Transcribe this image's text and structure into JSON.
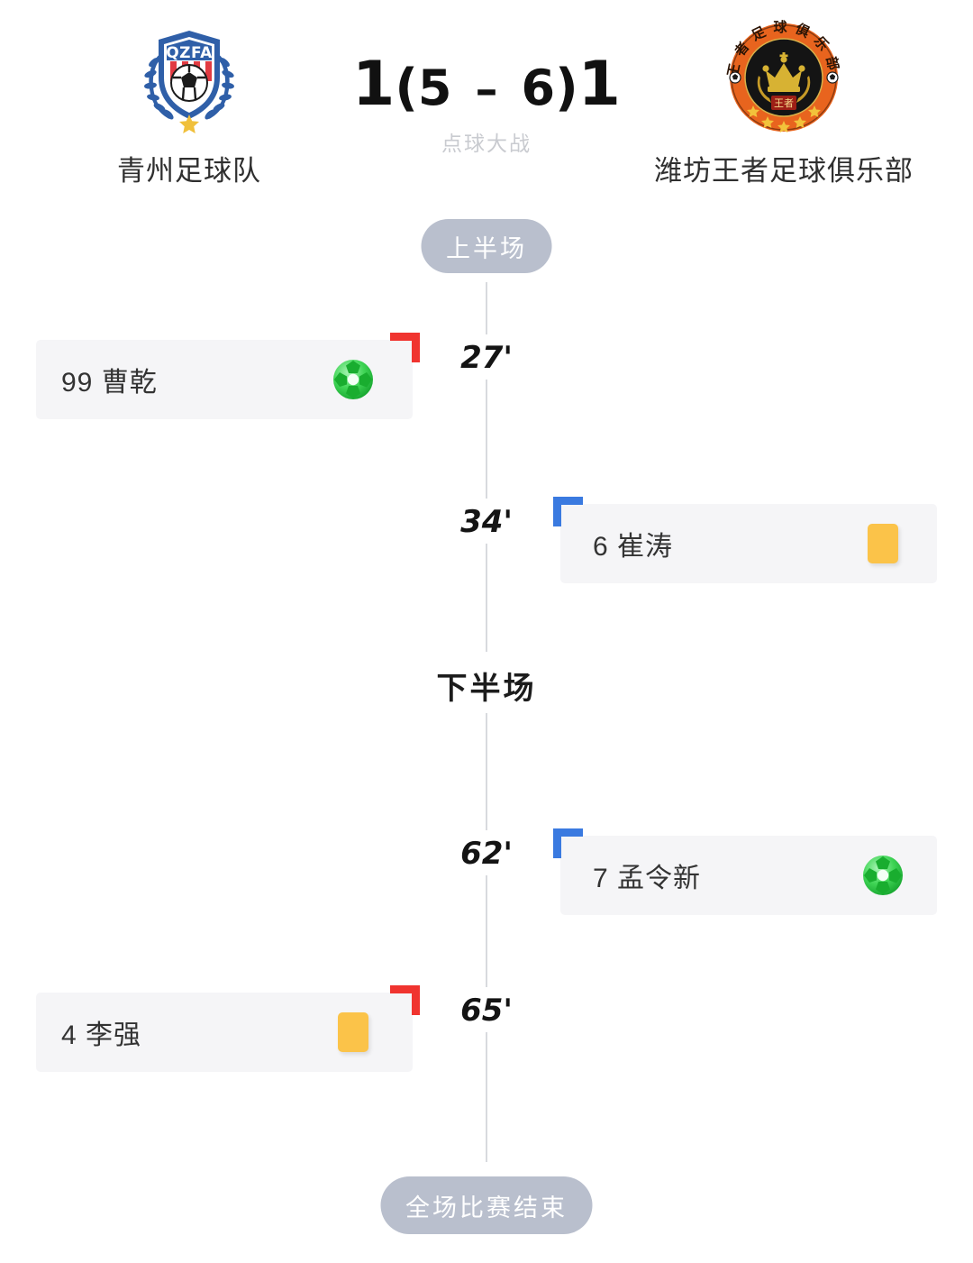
{
  "header": {
    "home_team": {
      "name": "青州足球队",
      "logo": "qzfa-shield-logo",
      "logo_text": "QZFA"
    },
    "away_team": {
      "name": "潍坊王者足球俱乐部",
      "logo": "weifang-king-circular-logo",
      "logo_text": "王者"
    },
    "score": {
      "home_goals": "1",
      "away_goals": "1",
      "home_penalties": "5",
      "away_penalties": "6",
      "open_paren": "(",
      "close_paren": ")",
      "dash": "–",
      "shootout_label": "点球大战"
    }
  },
  "timeline": {
    "first_half_label": "上半场",
    "second_half_label": "下半场",
    "full_time_label": "全场比赛结束",
    "events": [
      {
        "minute": "27'",
        "side": "left",
        "player_number": "99",
        "player_name": "曹乾",
        "player_label": "99 曹乾",
        "icon": "soccer-ball-goal-icon",
        "icon_type": "goal",
        "corner_color": "#f0342f",
        "corner_position": "top-right"
      },
      {
        "minute": "34'",
        "side": "right",
        "player_number": "6",
        "player_name": "崔涛",
        "player_label": "6 崔涛",
        "icon": "yellow-card-icon",
        "icon_type": "yellow-card",
        "corner_color": "#3a7ae0",
        "corner_position": "top-left"
      },
      {
        "minute": "62'",
        "side": "right",
        "player_number": "7",
        "player_name": "孟令新",
        "player_label": "7 孟令新",
        "icon": "soccer-ball-goal-icon",
        "icon_type": "goal",
        "corner_color": "#3a7ae0",
        "corner_position": "top-left"
      },
      {
        "minute": "65'",
        "side": "left",
        "player_number": "4",
        "player_name": "李强",
        "player_label": "4 李强",
        "icon": "yellow-card-icon",
        "icon_type": "yellow-card",
        "corner_color": "#f0342f",
        "corner_position": "top-right"
      }
    ]
  },
  "colors": {
    "goal_green": "#2ecc40",
    "yellow_card": "#fbc349",
    "home_marker_red": "#f0342f",
    "away_marker_blue": "#3a7ae0",
    "pill_background": "#b9bfcd",
    "card_background": "#f5f5f7",
    "spine": "#d8dade"
  }
}
